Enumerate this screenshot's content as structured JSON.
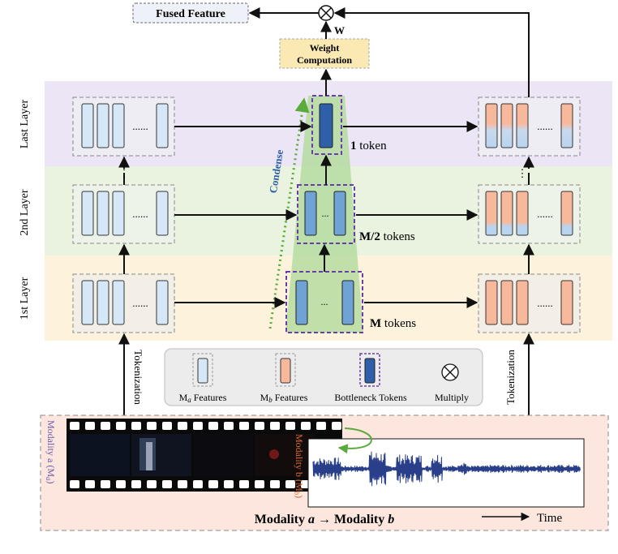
{
  "fused_feature_label": "Fused Feature",
  "weight_computation_line1": "Weight",
  "weight_computation_line2": "Computation",
  "weight_symbol": "W",
  "layers": [
    {
      "label": "Last Layer",
      "token_prefix": "1",
      "token_suffix": " token"
    },
    {
      "label": "2nd Layer",
      "token_prefix": "M/2",
      "token_suffix": " tokens"
    },
    {
      "label": "1st Layer",
      "token_prefix": "M",
      "token_suffix": " tokens"
    }
  ],
  "condense_label": "Condense",
  "ellipsis": "......",
  "bottleneck_ellipsis": "...",
  "vertical_dots": "⋮",
  "tokenization_left": "Tokenization",
  "tokenization_right": "Tokenization",
  "legend": {
    "ma_prefix": "M",
    "ma_sub": "a",
    "ma_suffix": " Features",
    "mb_prefix": "M",
    "mb_sub": "b",
    "mb_suffix": " Features",
    "bottleneck": "Bottleneck Tokens",
    "multiply": "Multiply"
  },
  "modality_a_label": "Modality a (M",
  "modality_a_sub": "a",
  "modality_a_close": ")",
  "modality_b_label": "Modality b (M",
  "modality_b_sub": "b",
  "modality_b_close": ")",
  "bottom_title_part1": "Modality ",
  "bottom_title_a": "a",
  "bottom_title_arrow": " → Modality ",
  "bottom_title_b": "b",
  "time_label": "Time",
  "colors": {
    "last_band": "#ece5f6",
    "mid_band": "#e9f3e0",
    "first_band": "#fdf2dc",
    "bottom_band": "#fde6dd",
    "ma_fill": "#d6e8f7",
    "mb_fill": "#f7b89c",
    "bottleneck_dark": "#2e5fa8",
    "bottleneck_mid": "#6fa3d6",
    "trapezoid": "#b5dca0",
    "purple_dash": "#6a3ea8",
    "green_arrow": "#5aaa3c",
    "weight_box": "#fbe9b4",
    "waveform": "#2a3f8a"
  }
}
